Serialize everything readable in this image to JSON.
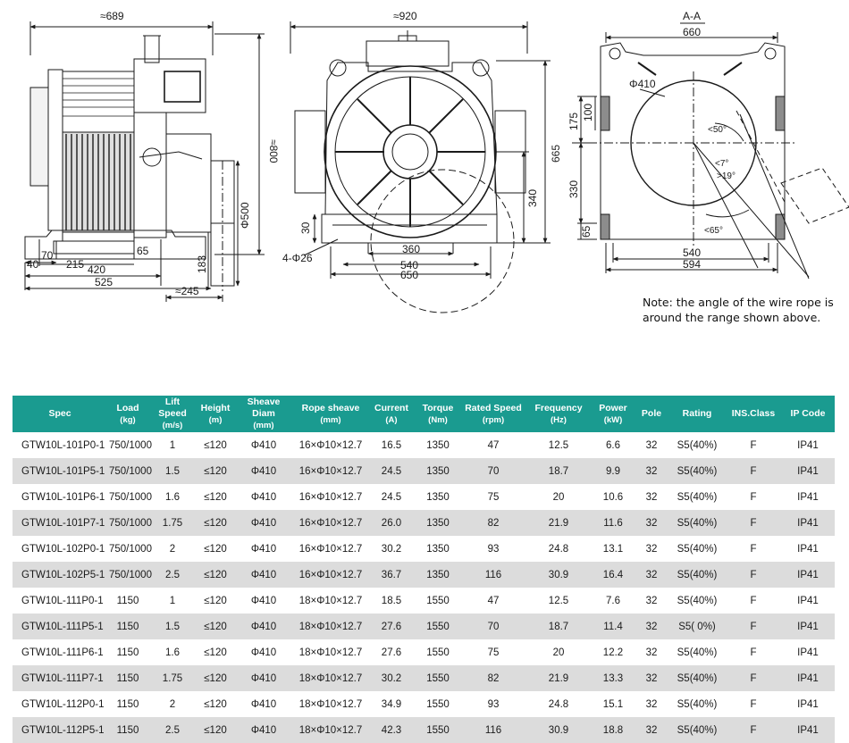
{
  "front_view": {
    "dims": {
      "width_top": "≈689",
      "height_right": "≈800",
      "phi500": "Φ500",
      "d183": "183",
      "d245": "≈245",
      "d70": "70",
      "d40": "40",
      "d215": "215",
      "d65": "65",
      "d420": "420",
      "d525": "525"
    }
  },
  "side_view": {
    "dims": {
      "width_top": "≈920",
      "d665": "665",
      "d340": "340",
      "d30": "30",
      "holes": "4-Φ26",
      "d360": "360",
      "d540": "540",
      "d650": "650"
    }
  },
  "section_view": {
    "title": "A-A",
    "dims": {
      "d660": "660",
      "phi410": "Φ410",
      "d175": "175",
      "d100": "100",
      "d330": "330",
      "d65": "65",
      "a50": "<50°",
      "a7": "<7°",
      "a19": ">19°",
      "a65": "<65°",
      "d540": "540",
      "d594": "594"
    }
  },
  "note": "Note: the angle of the wire rope is around the range shown above.",
  "table": {
    "headers": [
      {
        "l1": "Spec",
        "l2": ""
      },
      {
        "l1": "Load",
        "l2": "(kg)"
      },
      {
        "l1": "Lift Speed",
        "l2": "(m/s)"
      },
      {
        "l1": "Height",
        "l2": "(m)"
      },
      {
        "l1": "Sheave Diam",
        "l2": "(mm)"
      },
      {
        "l1": "Rope sheave",
        "l2": "(mm)"
      },
      {
        "l1": "Current",
        "l2": "(A)"
      },
      {
        "l1": "Torque",
        "l2": "(Nm)"
      },
      {
        "l1": "Rated Speed",
        "l2": "(rpm)"
      },
      {
        "l1": "Frequency",
        "l2": "(Hz)"
      },
      {
        "l1": "Power",
        "l2": "(kW)"
      },
      {
        "l1": "Pole",
        "l2": ""
      },
      {
        "l1": "Rating",
        "l2": ""
      },
      {
        "l1": "INS.Class",
        "l2": ""
      },
      {
        "l1": "IP Code",
        "l2": ""
      }
    ],
    "rows": [
      [
        "GTW10L-101P0-1",
        "750/1000",
        "1",
        "≤120",
        "Φ410",
        "16×Φ10×12.7",
        "16.5",
        "1350",
        "47",
        "12.5",
        "6.6",
        "32",
        "S5(40%)",
        "F",
        "IP41"
      ],
      [
        "GTW10L-101P5-1",
        "750/1000",
        "1.5",
        "≤120",
        "Φ410",
        "16×Φ10×12.7",
        "24.5",
        "1350",
        "70",
        "18.7",
        "9.9",
        "32",
        "S5(40%)",
        "F",
        "IP41"
      ],
      [
        "GTW10L-101P6-1",
        "750/1000",
        "1.6",
        "≤120",
        "Φ410",
        "16×Φ10×12.7",
        "24.5",
        "1350",
        "75",
        "20",
        "10.6",
        "32",
        "S5(40%)",
        "F",
        "IP41"
      ],
      [
        "GTW10L-101P7-1",
        "750/1000",
        "1.75",
        "≤120",
        "Φ410",
        "16×Φ10×12.7",
        "26.0",
        "1350",
        "82",
        "21.9",
        "11.6",
        "32",
        "S5(40%)",
        "F",
        "IP41"
      ],
      [
        "GTW10L-102P0-1",
        "750/1000",
        "2",
        "≤120",
        "Φ410",
        "16×Φ10×12.7",
        "30.2",
        "1350",
        "93",
        "24.8",
        "13.1",
        "32",
        "S5(40%)",
        "F",
        "IP41"
      ],
      [
        "GTW10L-102P5-1",
        "750/1000",
        "2.5",
        "≤120",
        "Φ410",
        "16×Φ10×12.7",
        "36.7",
        "1350",
        "116",
        "30.9",
        "16.4",
        "32",
        "S5(40%)",
        "F",
        "IP41"
      ],
      [
        "GTW10L-111P0-1",
        "1150",
        "1",
        "≤120",
        "Φ410",
        "18×Φ10×12.7",
        "18.5",
        "1550",
        "47",
        "12.5",
        "7.6",
        "32",
        "S5(40%)",
        "F",
        "IP41"
      ],
      [
        "GTW10L-111P5-1",
        "1150",
        "1.5",
        "≤120",
        "Φ410",
        "18×Φ10×12.7",
        "27.6",
        "1550",
        "70",
        "18.7",
        "11.4",
        "32",
        "S5( 0%)",
        "F",
        "IP41"
      ],
      [
        "GTW10L-111P6-1",
        "1150",
        "1.6",
        "≤120",
        "Φ410",
        "18×Φ10×12.7",
        "27.6",
        "1550",
        "75",
        "20",
        "12.2",
        "32",
        "S5(40%)",
        "F",
        "IP41"
      ],
      [
        "GTW10L-111P7-1",
        "1150",
        "1.75",
        "≤120",
        "Φ410",
        "18×Φ10×12.7",
        "30.2",
        "1550",
        "82",
        "21.9",
        "13.3",
        "32",
        "S5(40%)",
        "F",
        "IP41"
      ],
      [
        "GTW10L-112P0-1",
        "1150",
        "2",
        "≤120",
        "Φ410",
        "18×Φ10×12.7",
        "34.9",
        "1550",
        "93",
        "24.8",
        "15.1",
        "32",
        "S5(40%)",
        "F",
        "IP41"
      ],
      [
        "GTW10L-112P5-1",
        "1150",
        "2.5",
        "≤120",
        "Φ410",
        "18×Φ10×12.7",
        "42.3",
        "1550",
        "116",
        "30.9",
        "18.8",
        "32",
        "S5(40%)",
        "F",
        "IP41"
      ]
    ]
  },
  "colors": {
    "header_bg": "#1a9b90",
    "header_text": "#ffffff",
    "row_alt": "#dcdcdc"
  }
}
